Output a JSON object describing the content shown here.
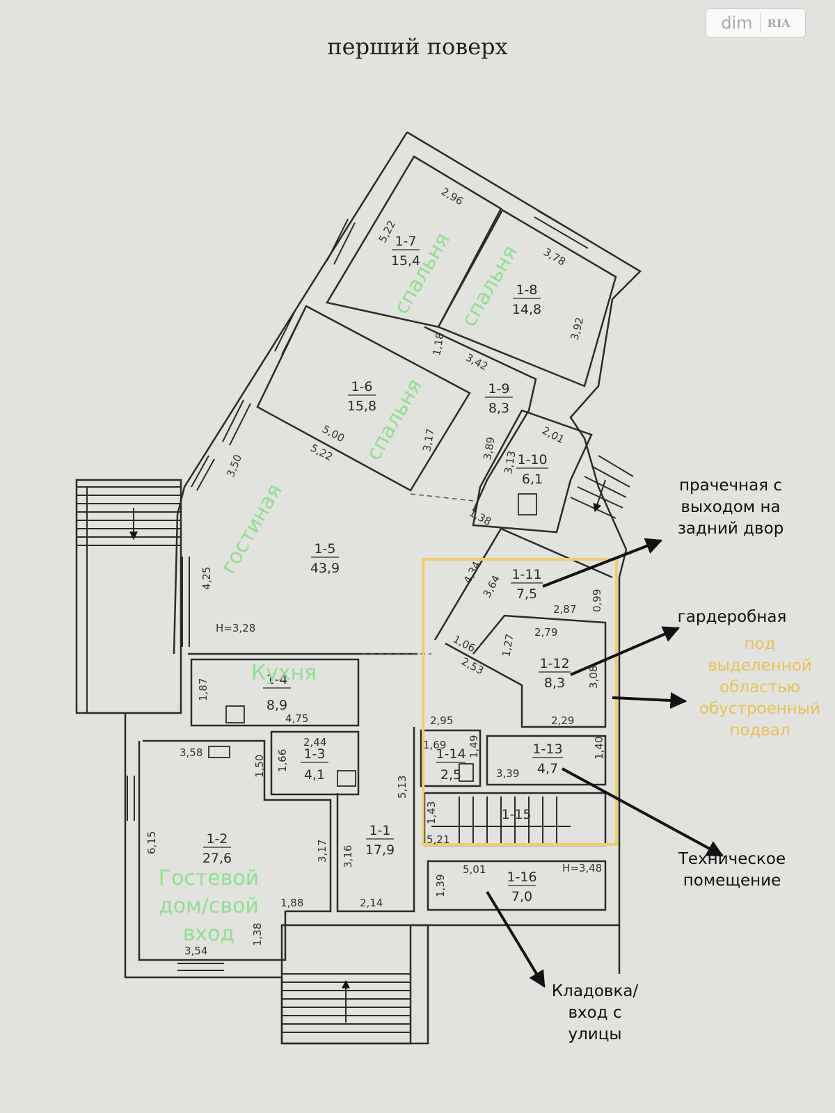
{
  "title": "перший поверх",
  "watermark": {
    "text": "dim",
    "badge": "RIA"
  },
  "colors": {
    "highlight": "#f2cd6a",
    "green_labels": "#8fe08f",
    "yellow_text": "#e8c257"
  },
  "rooms": [
    {
      "id": "1-1",
      "area": "17,9"
    },
    {
      "id": "1-2",
      "area": "27,6"
    },
    {
      "id": "1-3",
      "area": "4,1"
    },
    {
      "id": "1-4",
      "area": "8,9"
    },
    {
      "id": "1-5",
      "area": "43,9"
    },
    {
      "id": "1-6",
      "area": "15,8"
    },
    {
      "id": "1-7",
      "area": "15,4"
    },
    {
      "id": "1-8",
      "area": "14,8"
    },
    {
      "id": "1-9",
      "area": "8,3"
    },
    {
      "id": "1-10",
      "area": "6,1"
    },
    {
      "id": "1-11",
      "area": "7,5"
    },
    {
      "id": "1-12",
      "area": "8,3"
    },
    {
      "id": "1-13",
      "area": "4,7"
    },
    {
      "id": "1-14",
      "area": "2,5"
    },
    {
      "id": "1-15",
      "area": ""
    },
    {
      "id": "1-16",
      "area": "7,0"
    }
  ],
  "heights": [
    "H=3,28",
    "H=3,48"
  ],
  "dimensions": [
    "2,96",
    "5,22",
    "3,78",
    "3,92",
    "1,18",
    "3,42",
    "5,00",
    "5,22",
    "3,17",
    "3,89",
    "3,13",
    "2,01",
    "1,38",
    "3,50",
    "4,25",
    "4,34",
    "3,64",
    "2,87",
    "0,99",
    "2,79",
    "1,27",
    "1,06",
    "2,53",
    "3,08",
    "2,29",
    "2,95",
    "1,69",
    "1,49",
    "1,40",
    "3,39",
    "1,87",
    "4,75",
    "2,44",
    "1,66",
    "1,50",
    "3,58",
    "5,13",
    "1,43",
    "5,21",
    "6,15",
    "3,17",
    "3,16",
    "1,88",
    "2,14",
    "3,54",
    "1,38",
    "5,01",
    "1,39"
  ],
  "room_labels": {
    "bedroom": "спальня",
    "living": "гостиная",
    "kitchen": "Кухня",
    "guest_lines": [
      "Гостевой",
      "дом/свой",
      "вход"
    ]
  },
  "annotations": {
    "laundry_lines": [
      "прачечная с",
      "выходом на",
      "задний двор"
    ],
    "wardrobe": "гардеробная",
    "basement_lines": [
      "под",
      "выделенной",
      "областью",
      "обустроенный",
      "подвал"
    ],
    "technical_lines": [
      "Техническое",
      "помещение"
    ],
    "storage_lines": [
      "Кладовка/",
      "вход с",
      "улицы"
    ]
  }
}
